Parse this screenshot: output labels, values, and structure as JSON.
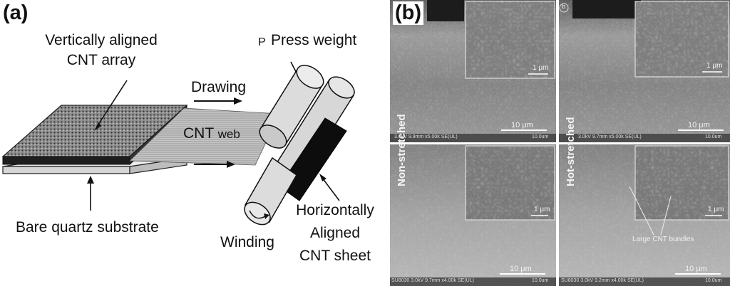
{
  "panel_a": {
    "letter": "(a)",
    "labels": {
      "array_line1": "Vertically aligned",
      "array_line2": "CNT array",
      "press_p": "P",
      "press": "Press weight",
      "drawing": "Drawing",
      "web_main": "CNT",
      "web_sub": "web",
      "substrate": "Bare quartz substrate",
      "winding": "Winding",
      "sheet_line1": "Horizontally",
      "sheet_line2": "Aligned",
      "sheet_line3": "CNT sheet"
    }
  },
  "panel_b": {
    "letter": "(b)",
    "corner_mark": "b",
    "side_left": "Non-stretched",
    "side_right": "Hot-stretched",
    "inset_scale": "1 μm",
    "main_scale": "10 μm",
    "annotation": "Large CNT bundles",
    "footers": {
      "top_left": "3.0kV 9.9mm x5.00k SE(UL)",
      "top_right": "3.0kV 9.7mm x5.00k SE(UL)",
      "bottom_left": "SU8030 3.0kV 9.7mm x4.00k SE(UL)",
      "bottom_right": "SU8030 3.0kV 9.2mm x4.00k SE(UL)",
      "field": "10.0um"
    }
  }
}
